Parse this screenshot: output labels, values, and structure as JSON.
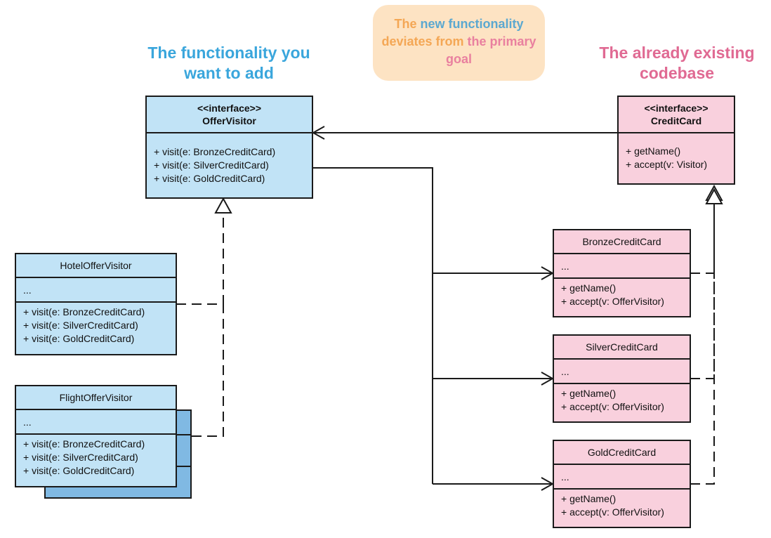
{
  "headings": {
    "left": "The functionality you want to add",
    "right": "The already existing codebase"
  },
  "note": {
    "parts": [
      {
        "text": "The ",
        "color": "#f4a755"
      },
      {
        "text": "new functionality",
        "color": "#5ba8d0"
      },
      {
        "text": " deviates from ",
        "color": "#f4a755"
      },
      {
        "text": "the primary goal",
        "color": "#e9809f"
      }
    ]
  },
  "colors": {
    "visitor_fill": "#c1e3f6",
    "visitor_shadow_fill": "#80b9e3",
    "card_fill": "#f9d0dd",
    "note_fill": "#fde3c3",
    "left_heading": "#3aa6dc",
    "right_heading": "#e06a93",
    "line": "#1a1a1a"
  },
  "interfaces": {
    "offer_visitor": {
      "stereotype": "<<interface>>",
      "name": "OfferVisitor",
      "operations": [
        "+ visit(e: BronzeCreditCard)",
        "+ visit(e: SilverCreditCard)",
        "+ visit(e: GoldCreditCard)"
      ]
    },
    "credit_card": {
      "stereotype": "<<interface>>",
      "name": "CreditCard",
      "operations": [
        "+ getName()",
        "+ accept(v: Visitor)"
      ]
    }
  },
  "visitors": [
    {
      "name": "HotelOfferVisitor",
      "attributes": "...",
      "operations": [
        "+ visit(e: BronzeCreditCard)",
        "+ visit(e: SilverCreditCard)",
        "+ visit(e: GoldCreditCard)"
      ]
    },
    {
      "name": "FlightOfferVisitor",
      "attributes": "...",
      "operations": [
        "+ visit(e: BronzeCreditCard)",
        "+ visit(e: SilverCreditCard)",
        "+ visit(e: GoldCreditCard)"
      ]
    }
  ],
  "cards": [
    {
      "name": "BronzeCreditCard",
      "attributes": "...",
      "operations": [
        "+ getName()",
        "+ accept(v: OfferVisitor)"
      ]
    },
    {
      "name": "SilverCreditCard",
      "attributes": "...",
      "operations": [
        "+ getName()",
        "+ accept(v: OfferVisitor)"
      ]
    },
    {
      "name": "GoldCreditCard",
      "attributes": "...",
      "operations": [
        "+ getName()",
        "+ accept(v: OfferVisitor)"
      ]
    }
  ],
  "relations": [
    {
      "from": "CreditCard",
      "to": "OfferVisitor",
      "type": "association"
    },
    {
      "from": "OfferVisitor",
      "to": "BronzeCreditCard",
      "type": "association"
    },
    {
      "from": "OfferVisitor",
      "to": "SilverCreditCard",
      "type": "association"
    },
    {
      "from": "OfferVisitor",
      "to": "GoldCreditCard",
      "type": "association"
    },
    {
      "from": "HotelOfferVisitor",
      "to": "OfferVisitor",
      "type": "realization"
    },
    {
      "from": "FlightOfferVisitor",
      "to": "OfferVisitor",
      "type": "realization"
    },
    {
      "from": "BronzeCreditCard",
      "to": "CreditCard",
      "type": "realization"
    },
    {
      "from": "SilverCreditCard",
      "to": "CreditCard",
      "type": "realization"
    },
    {
      "from": "GoldCreditCard",
      "to": "CreditCard",
      "type": "realization"
    }
  ]
}
